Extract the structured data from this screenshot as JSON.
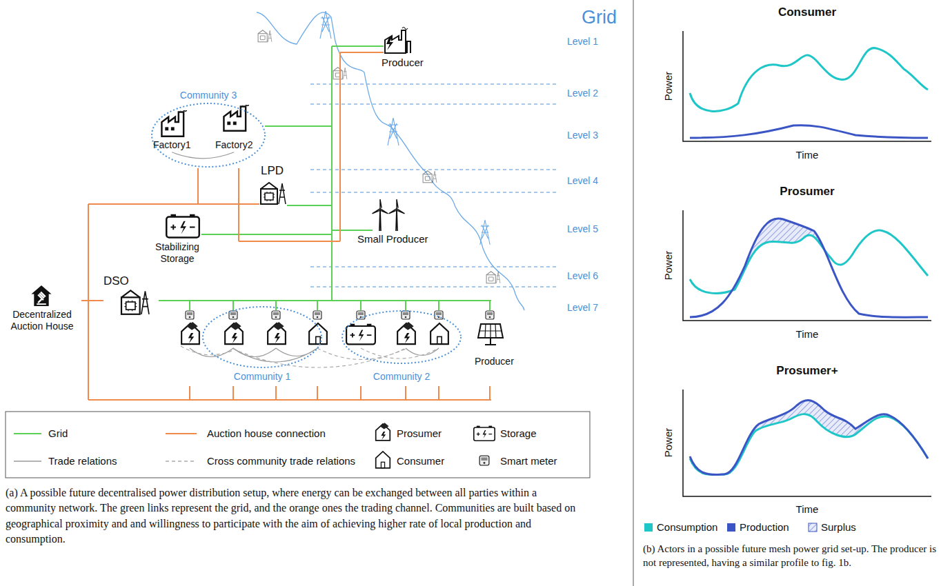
{
  "diagram": {
    "title": "Grid",
    "caption": "(a) A possible future decentralised power distribution setup, where energy can be exchanged between all parties within a community network. The green links represent the grid, and the orange ones the trading channel. Communities are built based on geographical proximity and and willingness to participate with the aim of achieving higher rate of local production and consumption.",
    "nodes": [
      {
        "text": [
          "Producer"
        ]
      },
      {
        "text": [
          "Community 3"
        ]
      },
      {
        "text": [
          "Factory1"
        ],
        "in": 1
      },
      {
        "text": [
          "Factory2"
        ],
        "in": 1
      },
      {
        "text": [
          "LPD"
        ]
      },
      {
        "text": [
          "Stabilizing Storage"
        ]
      },
      {
        "text": [
          "Small Producer"
        ]
      },
      {
        "text": [
          "DSO"
        ]
      },
      {
        "text": [
          "Decentralized Auction House"
        ]
      },
      {
        "text": [
          "Community 1"
        ]
      },
      {
        "text": [
          "Community 2"
        ]
      },
      {
        "text": [
          "Producer"
        ]
      }
    ],
    "edges": [
      {
        "from": 8,
        "to": 7,
        "arrow": "none"
      },
      {
        "from": 2,
        "to": 3,
        "arrow": "none"
      }
    ],
    "labels": [
      "Level 1",
      "Level 2",
      "Level 3",
      "Level 4",
      "Level 5",
      "Level 6",
      "Level 7",
      "Consumer",
      "Power",
      "Time",
      "Prosumer",
      "Power",
      "Time",
      "Prosumer+",
      "Power",
      "Time",
      "(b) Actors in a possible future mesh power grid set-up. The producer is not represented, having a similar profile to fig. 1b."
    ],
    "legend": [
      {
        "text": "Grid"
      },
      {
        "text": "Auction house connection"
      },
      {
        "text": "Prosumer"
      },
      {
        "text": "Storage"
      },
      {
        "text": "Trade relations"
      },
      {
        "text": "Cross community trade relations"
      },
      {
        "text": "Consumer"
      },
      {
        "text": "Smart meter"
      },
      {
        "text": "Consumption",
        "color": "#1fc6c8"
      },
      {
        "text": "Production",
        "color": "#3b55c4"
      },
      {
        "text": "Surplus"
      }
    ]
  }
}
